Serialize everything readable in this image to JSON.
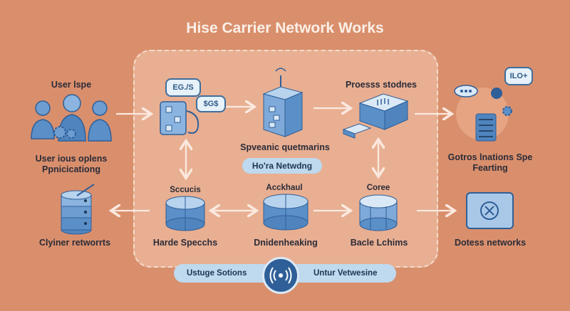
{
  "title": "Hise Carrier Network Works",
  "left": {
    "user_title": "User lspe",
    "user_desc": "User ious oplens Ppnicicationg",
    "server_label": "Clyiner retworrts"
  },
  "center": {
    "bubble_1": "EG./S",
    "bubble_2": "$G$",
    "processor_label": "Proesss stodnes",
    "middle_label": "Spveanic quetmarins",
    "pill_label": "Ho'ra Netwdng",
    "node_1_title": "Sccucis",
    "node_1_label": "Harde Specchs",
    "node_2_title": "Acckhaul",
    "node_2_label": "Dnidenheaking",
    "node_3_title": "Coree",
    "node_3_label": "Bacle Lchims"
  },
  "right": {
    "bubble": "ILO+",
    "top_label": "Gotros lnations Spe Fearting",
    "bottom_label": "Dotess networks"
  },
  "bottom": {
    "left_text": "Ustuge Sotions",
    "right_text": "Untur Vetwesine"
  },
  "colors": {
    "background": "#d98f6c",
    "icon_blue": "#5b8fc7",
    "icon_dark": "#2f5f98",
    "pill_bg": "#bfd9ee"
  }
}
